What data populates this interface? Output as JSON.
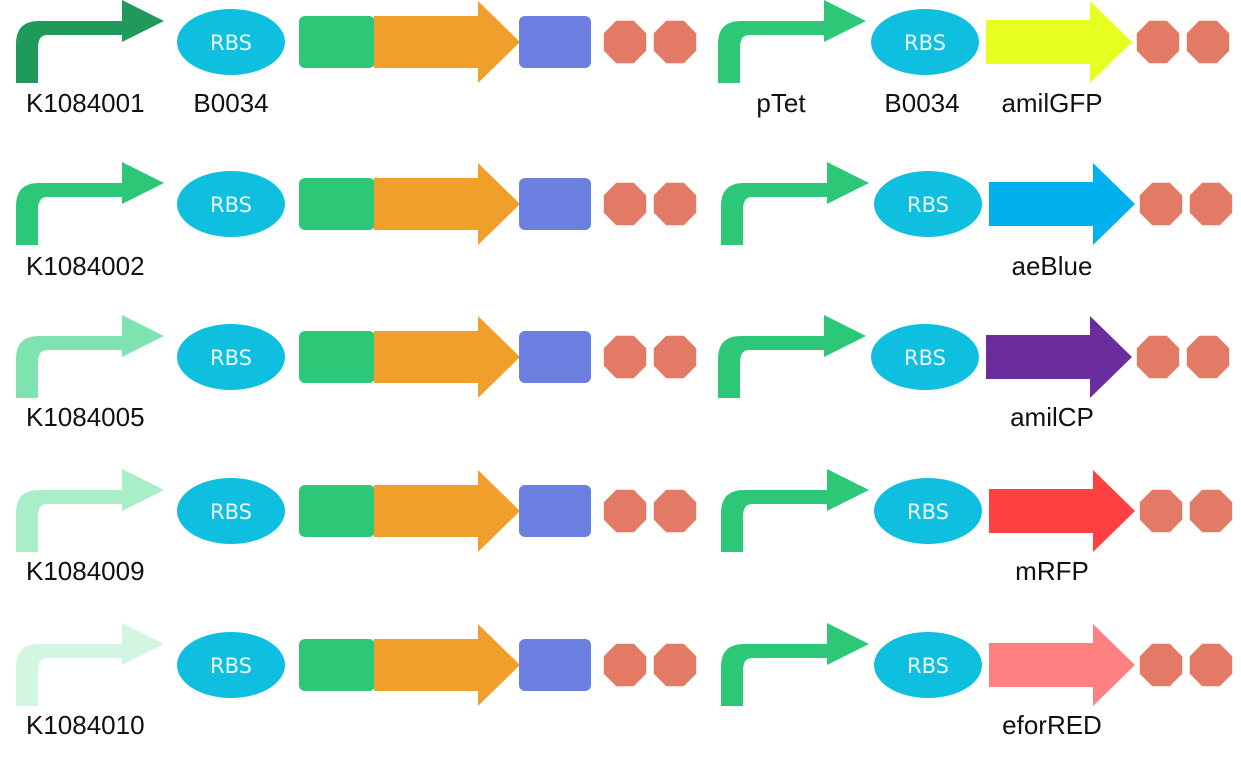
{
  "rbs_label": "RBS",
  "colors": {
    "rbs": "#0fbfe0",
    "green_cds": "#2cc878",
    "orange_cds": "#f0a02a",
    "tag_box": "#6a7fdf",
    "terminator": "#e27a66",
    "ptet_promoter": "#2cc878"
  },
  "rows": [
    {
      "promoter_color": "#1f9a5a",
      "promoter_label": "K1084001",
      "rbs_part_label": "B0034",
      "ptet_label": "pTet",
      "reporter_rbs_label": "B0034",
      "reporter_name": "amilGFP",
      "reporter_color": "#e6ff1e"
    },
    {
      "promoter_color": "#2cc878",
      "promoter_label": "K1084002",
      "reporter_name": "aeBlue",
      "reporter_color": "#00b0ef"
    },
    {
      "promoter_color": "#7ee3ae",
      "promoter_label": "K1084005",
      "reporter_name": "amilCP",
      "reporter_color": "#6b2d9e"
    },
    {
      "promoter_color": "#a8efc8",
      "promoter_label": "K1084009",
      "reporter_name": "mRFP",
      "reporter_color": "#ff4040"
    },
    {
      "promoter_color": "#d2f6e2",
      "promoter_label": "K1084010",
      "reporter_name": "eforRED",
      "reporter_color": "#ff8080"
    }
  ]
}
